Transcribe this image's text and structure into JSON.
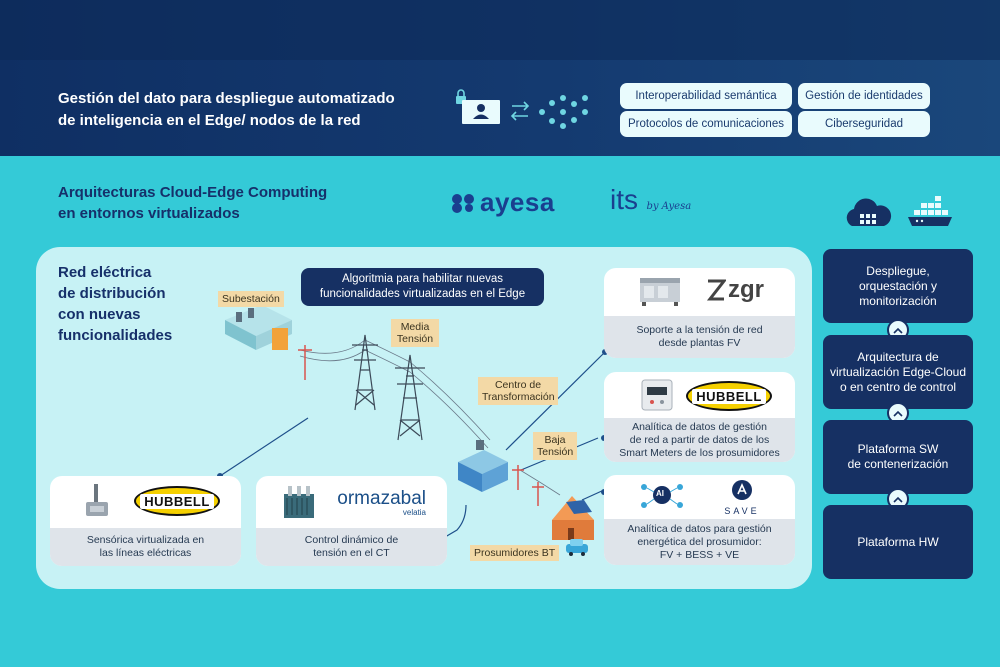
{
  "header": {
    "title_line1": "Gestión del dato para despliegue automatizado",
    "title_line2": "de inteligencia en el Edge/ nodos de la red",
    "pills": [
      "Interoperabilidad semántica",
      "Gestión de identidades",
      "Protocolos de comunicaciones",
      "Ciberseguridad"
    ]
  },
  "section": {
    "subtitle_line1": "Arquitecturas Cloud-Edge Computing",
    "subtitle_line2": "en entornos virtualizados",
    "logo_ayesa": "ayesa",
    "logo_its": "its",
    "logo_its_script": "by Ayesa"
  },
  "panel": {
    "title_lines": [
      "Red eléctrica",
      "de distribución",
      "con nuevas",
      "funcionalidades"
    ],
    "algo_line1": "Algoritmia para habilitar nuevas",
    "algo_line2": "funcionalidades virtualizadas en el Edge"
  },
  "tags": {
    "subestacion": "Subestación",
    "media_1": "Media",
    "media_2": "Tensión",
    "ct_1": "Centro de",
    "ct_2": "Transformación",
    "baja_1": "Baja",
    "baja_2": "Tensión",
    "prosumidores": "Prosumidores BT"
  },
  "cards": {
    "zgr_logo": "zgr",
    "zgr_caption_1": "Soporte a la tensión de red",
    "zgr_caption_2": "desde plantas FV",
    "hubbell_logo": "HUBBELL",
    "meters_caption_1": "Analítica de datos de gestión",
    "meters_caption_2": "de red a partir de datos de los",
    "meters_caption_3": "Smart Meters de los prosumidores",
    "save_logo": "SAVE",
    "save_ai": "AI",
    "save_caption_1": "Analítica de datos para gestión",
    "save_caption_2": "energética del prosumidor:",
    "save_caption_3": "FV + BESS + VE",
    "sensor_caption_1": "Sensórica virtualizada en",
    "sensor_caption_2": "las líneas eléctricas",
    "ormazabal_logo": "ormazabal",
    "ormazabal_sub": "velatia",
    "ormazabal_caption_1": "Control dinámico de",
    "ormazabal_caption_2": "tensión en el CT"
  },
  "stack": [
    {
      "lines": [
        "Despliegue,",
        "orquestación y",
        "monitorización"
      ]
    },
    {
      "lines": [
        "Arquitectura de",
        "virtualización Edge-Cloud",
        "o en centro de control"
      ]
    },
    {
      "lines": [
        "Plataforma SW",
        "de contenerización"
      ]
    },
    {
      "lines": [
        "Plataforma HW"
      ]
    }
  ],
  "colors": {
    "navy": "#163063",
    "teal": "#34cad7",
    "panel": "#c7f2f5",
    "tag": "#f3d9a6",
    "accent": "#1a3f8f"
  },
  "icons": [
    "lock-icon",
    "user-screen-icon",
    "arrows-icon",
    "network-nodes-icon",
    "cloud-icon",
    "container-ship-icon",
    "chevron-up-icon",
    "transmission-tower-icon",
    "substation-icon",
    "house-solar-icon",
    "ev-car-icon",
    "smart-meter-icon",
    "sensor-icon",
    "transformer-icon",
    "inverter-icon",
    "ai-icon"
  ]
}
